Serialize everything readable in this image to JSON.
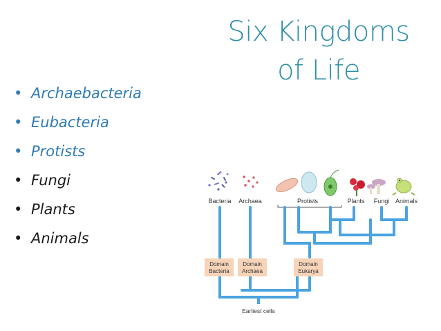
{
  "slide": {
    "title_line1": "Six Kingdoms",
    "title_line2": "of Life",
    "bullets": [
      {
        "text": "Archaebacteria",
        "color": "#2f7bb3"
      },
      {
        "text": "Eubacteria",
        "color": "#2f7bb3"
      },
      {
        "text": "Protists",
        "color": "#2f7bb3"
      },
      {
        "text": "Fungi",
        "color": "#1a1a1a"
      },
      {
        "text": "Plants",
        "color": "#1a1a1a"
      },
      {
        "text": "Animals",
        "color": "#1a1a1a"
      }
    ]
  },
  "tree": {
    "leaf_labels": {
      "bacteria": "Bacteria",
      "archaea": "Archaea",
      "protists": "Protists",
      "plants": "Plants",
      "fungi": "Fungi",
      "animals": "Animals"
    },
    "domains": {
      "bacteria_1": "Domain",
      "bacteria_2": "Bacteria",
      "archaea_1": "Domain",
      "archaea_2": "Archaea",
      "eukarya_1": "Domain",
      "eukarya_2": "Eukarya"
    },
    "root_label": "Earliest cells",
    "colors": {
      "branch": "#4ba3e0",
      "domain_box": "#f7d3b8",
      "title": "#2e8fa6"
    }
  }
}
